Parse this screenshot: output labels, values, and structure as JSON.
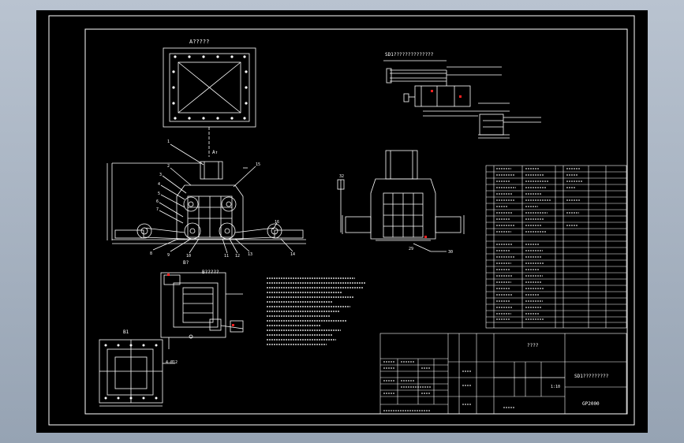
{
  "window": {
    "background_color": "#9aa6b5",
    "viewport_color": "#000000",
    "line_color": "#ffffff",
    "accent_color": "#ff2020"
  },
  "drawing": {
    "view_a_label": "A?????",
    "view_b_label": "B?????",
    "view_b2_label": "B1",
    "schematic_title": "SD1??????????????",
    "section_mark": "A↑",
    "part_numbers": [
      "1",
      "2",
      "3",
      "4",
      "5",
      "6",
      "7",
      "8",
      "9",
      "10",
      "11",
      "12",
      "13",
      "14",
      "15",
      "16"
    ],
    "side_view_labels": [
      "29",
      "30",
      "32"
    ],
    "table_title": "????",
    "drawing_title": "SD1?????????",
    "drawing_number": "GP2000",
    "scale": "1:10",
    "stamp_mark": "B?",
    "dim_label": "4-Ø12"
  }
}
